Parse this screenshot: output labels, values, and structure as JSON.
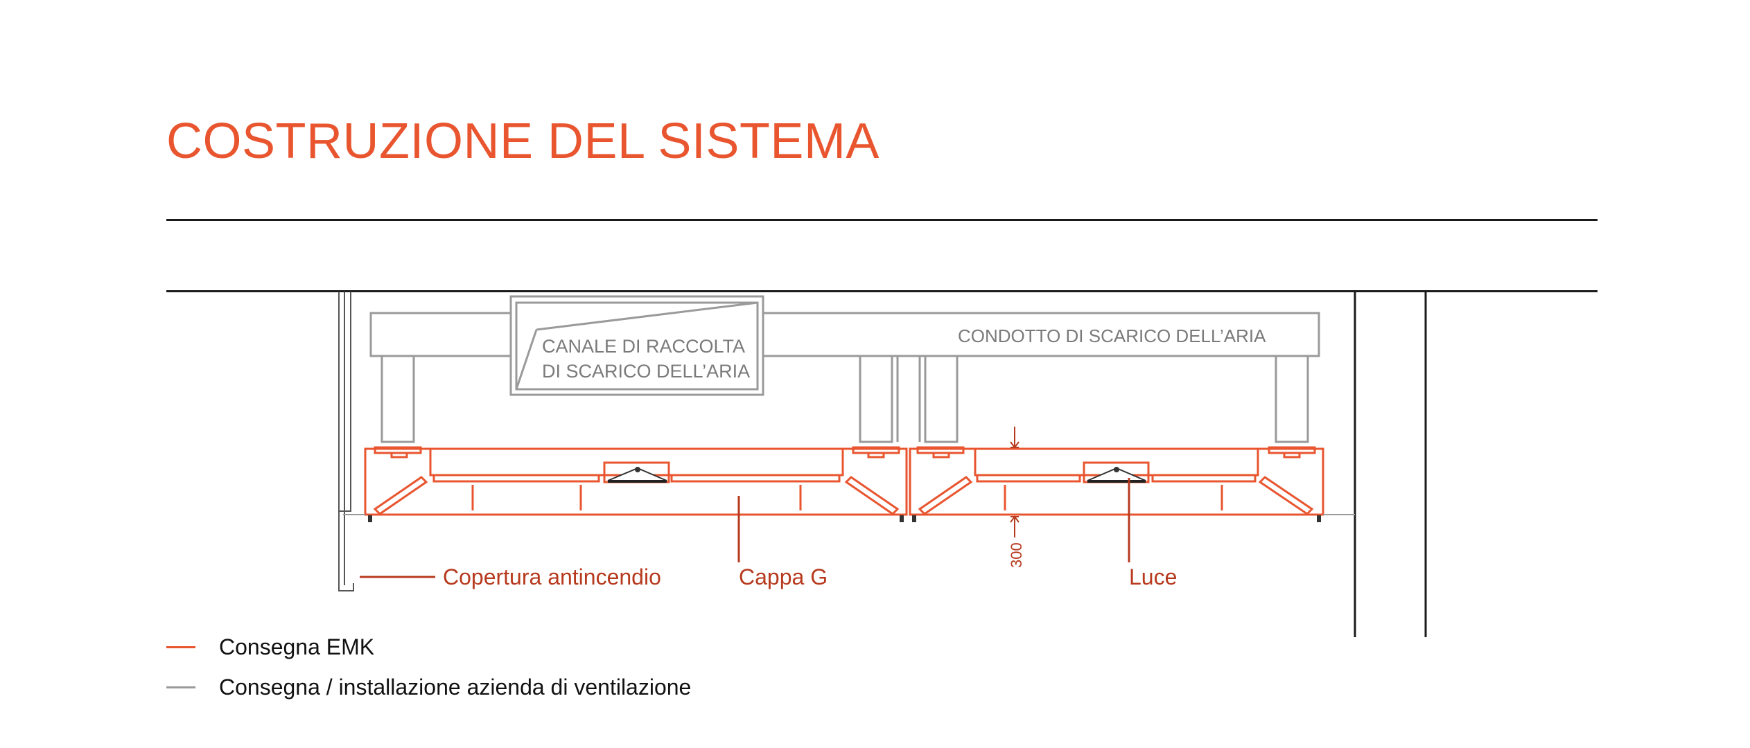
{
  "title": "COSTRUZIONE DEL SISTEMA",
  "colors": {
    "accent": "#E8552F",
    "label_red": "#B73A1E",
    "supplier_gray": "#9A9A9A",
    "text_gray": "#7A7A7A",
    "line_dark": "#1a1a1a"
  },
  "diagram": {
    "collection_channel_lines": [
      "CANALE DI RACCOLTA",
      "DI SCARICO DELL’ARIA"
    ],
    "exhaust_duct_label": "CONDOTTO DI SCARICO DELL’ARIA",
    "callouts": {
      "fire_cover": "Copertura antincendio",
      "hood": "Cappa G",
      "light": "Luce"
    },
    "dimension_value": "300"
  },
  "legend": [
    {
      "label": "Consegna EMK",
      "color": "#E8552F"
    },
    {
      "label": "Consegna / installazione azienda di ventilazione",
      "color": "#9A9A9A"
    }
  ]
}
